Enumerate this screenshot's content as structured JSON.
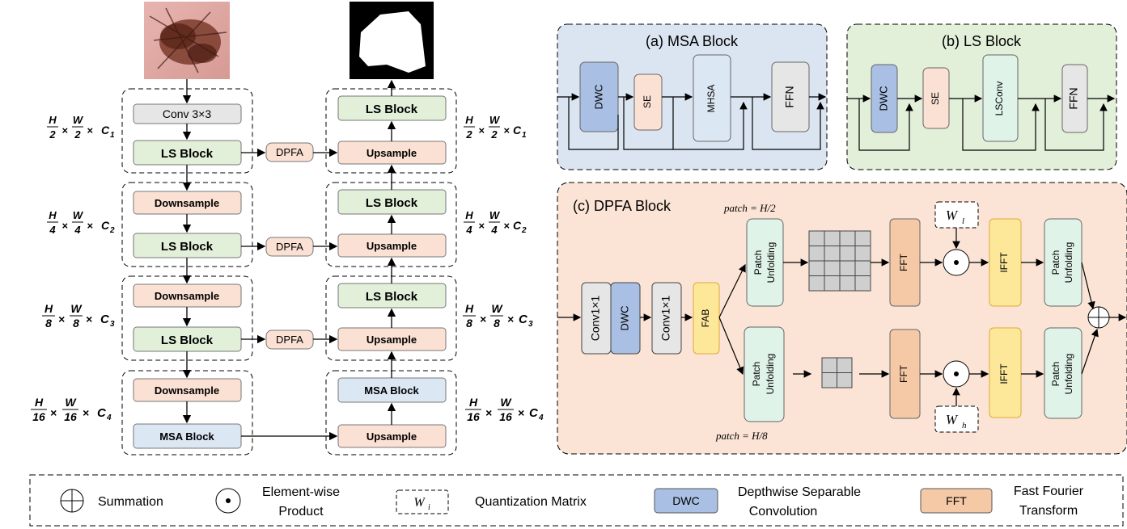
{
  "encoder": {
    "conv": "Conv 3×3",
    "ls_block": "LS Block",
    "downsample": "Downsample",
    "msa_block": "MSA Block"
  },
  "decoder": {
    "ls_block": "LS Block",
    "upsample": "Upsample",
    "msa_block": "MSA Block"
  },
  "dpfa_label": "DPFA",
  "scale_labels": [
    {
      "h": "H",
      "hd": "2",
      "w": "W",
      "wd": "2",
      "c": "C",
      "ci": "1"
    },
    {
      "h": "H",
      "hd": "4",
      "w": "W",
      "wd": "4",
      "c": "C",
      "ci": "2"
    },
    {
      "h": "H",
      "hd": "8",
      "w": "W",
      "wd": "8",
      "c": "C",
      "ci": "3"
    },
    {
      "h": "H",
      "hd": "16",
      "w": "W",
      "wd": "16",
      "c": "C",
      "ci": "4"
    }
  ],
  "msa_panel": {
    "title": "(a) MSA Block",
    "blocks": [
      "DWC",
      "SE",
      "MHSA",
      "FFN"
    ]
  },
  "ls_panel": {
    "title": "(b) LS Block",
    "blocks": [
      "DWC",
      "SE",
      "LSConv",
      "FFN"
    ]
  },
  "dpfa_panel": {
    "title": "(c) DPFA Block",
    "conv1": "Conv1×1",
    "dwc": "DWC",
    "conv2": "Conv1×1",
    "fab": "FAB",
    "patch_unfold_line1": "Patch",
    "patch_unfold_line2": "Unfolding",
    "fft": "FFT",
    "ifft": "IFFT",
    "patch_top": "patch = H/2",
    "patch_bottom": "patch = H/8",
    "wl_base": "W",
    "wl_sub": "l",
    "wh_base": "W",
    "wh_sub": "h"
  },
  "legend": {
    "summation": "Summation",
    "elementwise_line1": "Element-wise",
    "elementwise_line2": "Product",
    "wi_base": "W",
    "wi_sub": "i",
    "quant": "Quantization  Matrix",
    "dwc_box": "DWC",
    "dwc_desc_line1": "Depthwise Separable",
    "dwc_desc_line2": "Convolution",
    "fft_box": "FFT",
    "fft_desc_line1": "Fast Fourier",
    "fft_desc_line2": "Transform"
  },
  "colors": {
    "green": "#e2efd9",
    "peach": "#fbe1d3",
    "blue_block": "#a9bfe3",
    "light_blue": "#dce7f4",
    "gray": "#e6e6e6",
    "mint": "#e0f3e8",
    "orange": "#f6c9a6",
    "yellow": "#fde89a",
    "msa_bg": "#dbe5f1",
    "ls_bg": "#e2efd9",
    "dpfa_bg": "#fbe4d5"
  }
}
